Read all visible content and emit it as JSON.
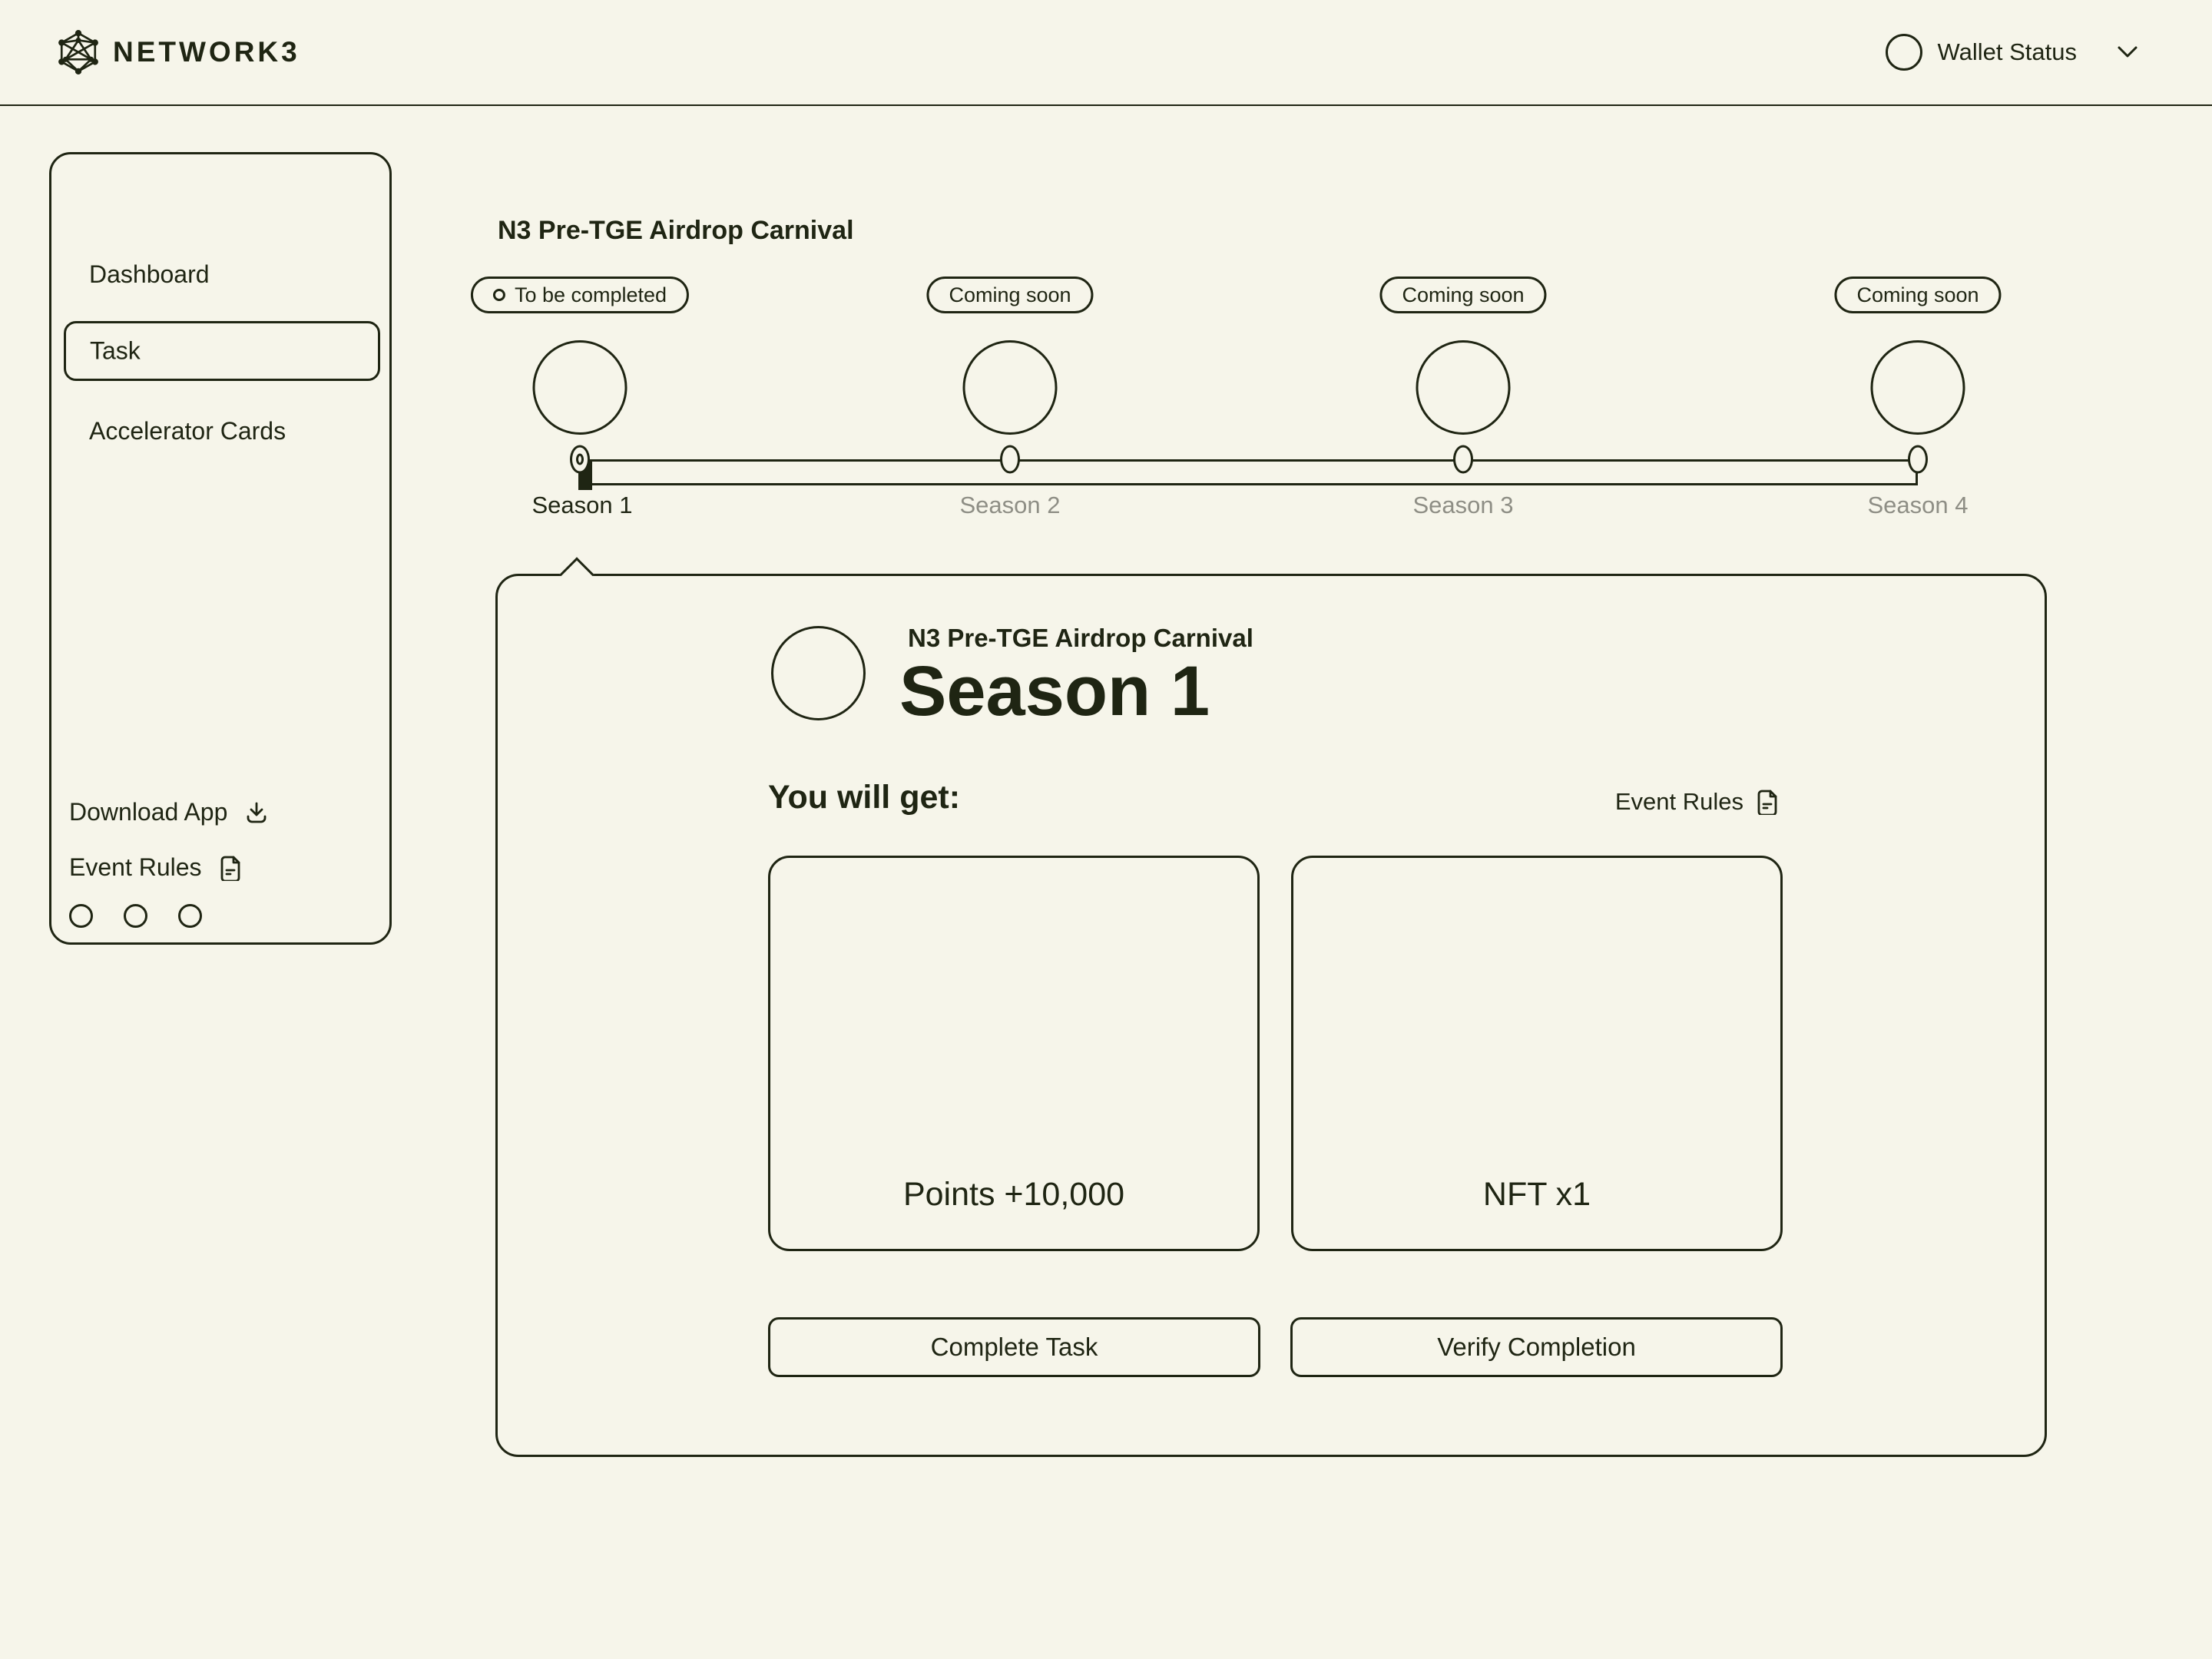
{
  "colors": {
    "background": "#F6F5EA",
    "ink": "#1F2513",
    "muted": "#8E8E85"
  },
  "header": {
    "logo_text": "NETWORK3",
    "wallet": {
      "label": "Wallet Status"
    }
  },
  "sidebar": {
    "items": [
      {
        "label": "Dashboard",
        "active": false
      },
      {
        "label": "Task",
        "active": true
      },
      {
        "label": "Accelerator Cards",
        "active": false
      }
    ],
    "download_app_label": "Download App",
    "event_rules_label": "Event Rules",
    "social_icons": [
      "social-circle-1",
      "social-circle-2",
      "social-circle-3"
    ]
  },
  "timeline": {
    "title": "N3 Pre-TGE Airdrop Carnival",
    "seasons": [
      {
        "label": "Season 1",
        "badge": "To be completed",
        "status": "to-be-completed"
      },
      {
        "label": "Season 2",
        "badge": "Coming soon",
        "status": "coming-soon"
      },
      {
        "label": "Season 3",
        "badge": "Coming soon",
        "status": "coming-soon"
      },
      {
        "label": "Season 4",
        "badge": "Coming soon",
        "status": "coming-soon"
      }
    ]
  },
  "season_card": {
    "eyebrow": "N3 Pre-TGE Airdrop Carnival",
    "title": "Season 1",
    "rewards_heading": "You will get:",
    "event_rules_label": "Event Rules",
    "rewards": [
      {
        "label": "Points +10,000"
      },
      {
        "label": "NFT x1"
      }
    ],
    "actions": [
      {
        "label": "Complete Task"
      },
      {
        "label": "Verify Completion"
      }
    ]
  }
}
